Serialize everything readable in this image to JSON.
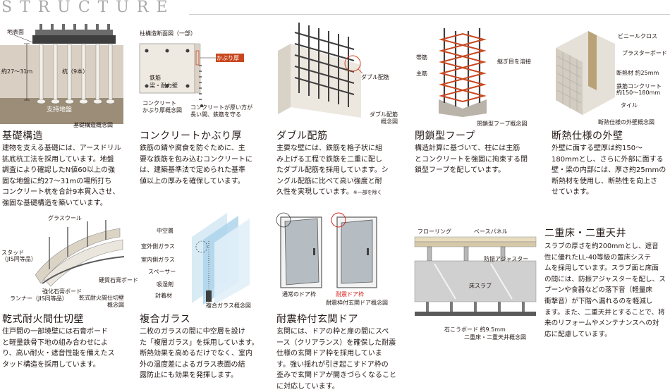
{
  "header": {
    "word": "STRUCTURE"
  },
  "items": [
    {
      "title": "基礎構造",
      "caption": "基礎構造概念図",
      "labels": [
        "地表面",
        "約27〜31m",
        "杭（9本）",
        "支持地盤"
      ],
      "text": "建物を支える基礎には、アースドリル\n拡底杭工法を採用しています。地盤\n調査により確認したN値60以上の強\n固な地盤に約27〜31mの場所打ち\nコンクリート杭を合計9本貫入させ、\n強固な基礎構造を築いています。"
    },
    {
      "title": "コンクリートかぶり厚",
      "caption": "柱構造断面図（一部）",
      "labels": [
        "かぶり厚",
        "鉄筋\n梁・耐力壁",
        "コンクリート\nかぶり厚概念図",
        "コンクリートが厚い方が\n長い間、鉄筋を守る"
      ],
      "text": "鉄筋の錆や腐食を防ぐために、主\n要な鉄筋を包み込むコンクリートに\nは、建築基準法で定められた基準\n値以上の厚みを確保しています。"
    },
    {
      "title": "ダブル配筋",
      "caption": "ダブル配筋\n概念図",
      "labels": [
        "ダブル配筋"
      ],
      "text": "主要な壁には、鉄筋を格子状に組\nみ上げる工程で鉄筋を二重に配し\nたダブル配筋を採用しています。シ\nングル配筋に比べて高い強度と耐\n久性を実現しています。",
      "note": "※一部を除く"
    },
    {
      "title": "閉鎖型フープ",
      "caption": "閉鎖型フープ概念図",
      "labels": [
        "帯筋",
        "主筋",
        "継ぎ目を溶接"
      ],
      "text": "構造計算に基づいて、柱には主筋\nとコンクリートを強固に拘束する閉\n鎖型フープを配しています。"
    },
    {
      "title": "断熱仕様の外壁",
      "caption": "断熱仕様の外壁概念図",
      "labels": [
        "ビニールクロス",
        "プラスターボード",
        "断熱材 約25mm",
        "鉄筋コンクリート\n約150〜180mm",
        "タイル"
      ],
      "text": "外壁に面する壁厚は約150〜\n180mmとし、さらに外部に面する\n壁・梁の内部には、厚さ約25mmの\n断熱材を使用し、断熱性を向上さ\nせています。"
    },
    {
      "title": "乾式耐火間仕切壁",
      "caption": "乾式耐火間仕切壁\n概念図",
      "labels": [
        "グラスウール",
        "スタッド\n（JIS同等品）",
        "硬質石膏ボード",
        "強化石膏ボード",
        "ランナー（JIS同等品）"
      ],
      "text": "住戸間の一部境壁には石膏ボード\nと軽量鉄骨下地の組み合わせによ\nり、高い耐火・遮音性能を備えたス\nタッド構造を採用しています。"
    },
    {
      "title": "複合ガラス",
      "caption": "複合ガラス概念図",
      "labels": [
        "中空層",
        "室外側ガラス",
        "室内側ガラス",
        "スペーサー",
        "吸湿剤",
        "封着材"
      ],
      "text": "二枚のガラスの間に中空層を設け\nた「複層ガラス」を採用しています。\n断熱効果を高めるだけでなく、室内\n外の温度差によるガラス表面の結\n露防止にも効果を発揮します。"
    },
    {
      "title": "耐震枠付玄関ドア",
      "caption": "耐震枠付玄関ドア概念図",
      "labels": [
        "通常のドア枠",
        "耐震ドア枠"
      ],
      "text": "玄関には、ドアの枠と扉の間にスペ\nース（クリアランス）を確保した耐震\n仕様の玄関ドア枠を採用していま\nす。強い揺れが引き起こすドア枠の\n歪みで玄関ドアが開きづらくなること\nに対応しています。"
    },
    {
      "title": "二重床・二重天井",
      "caption": "二重床・二重天井概念図",
      "labels": [
        "フローリング",
        "ベースパネル",
        "防振アジャスター",
        "床スラブ",
        "石こうボード 約9.5mm"
      ],
      "text": "スラブの厚さを約200mmとし、遮音\n性に優れたLL-40等級の置床システ\nムを採用しています。スラブ面と床面\nの間には、防振アジャスターを配し、ス\nプーンや食器などの落下音（軽量床\n衝撃音）が下階へ漏れるのを軽減し\nます。また、二重天井とすることで、将\n来のリフォームやメンテナンスへの対\n応に配慮しています。"
    }
  ]
}
